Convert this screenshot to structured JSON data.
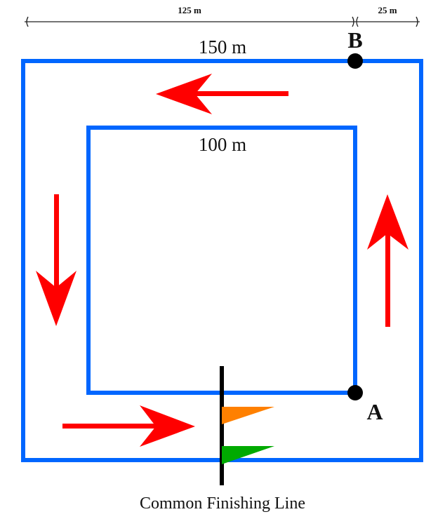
{
  "colors": {
    "track": "#0066ff",
    "arrow": "#ff0000",
    "point": "#000000",
    "finish_line": "#000000",
    "flag_top": "#ff8000",
    "flag_bottom": "#00aa00",
    "text": "#111111"
  },
  "dimensions": {
    "segment_left": "125 m",
    "segment_right": "25 m"
  },
  "track": {
    "outer_label": "150 m",
    "inner_label": "100 m"
  },
  "points": {
    "b_label": "B",
    "a_label": "A"
  },
  "finish": {
    "label": "Common Finishing Line"
  },
  "arrows": [
    {
      "position": "top",
      "direction": "left"
    },
    {
      "position": "left",
      "direction": "down"
    },
    {
      "position": "bottom",
      "direction": "right"
    },
    {
      "position": "right",
      "direction": "up"
    }
  ]
}
